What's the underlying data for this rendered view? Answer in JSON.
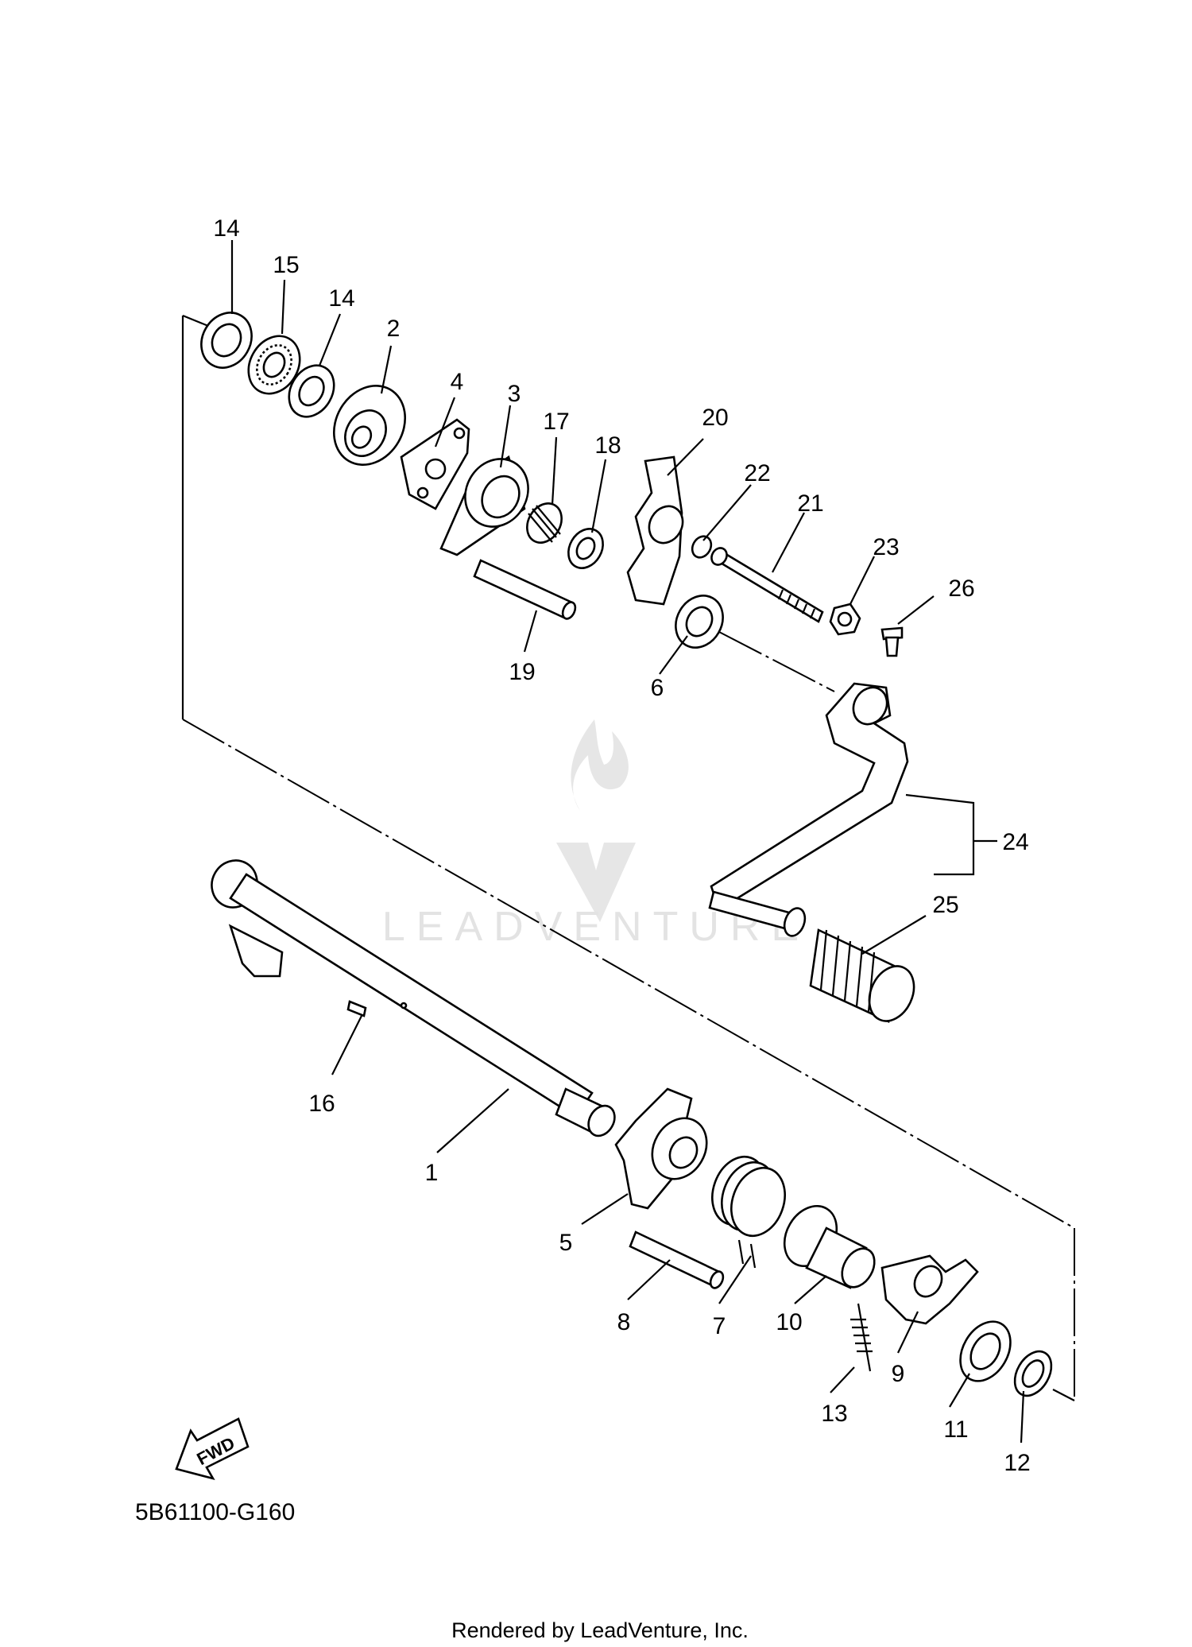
{
  "diagram_code": "5B61100-G160",
  "fwd_label": "FWD",
  "watermark_text": "LEADVENTURE",
  "footer_text": "Rendered by LeadVenture, Inc.",
  "part_labels": [
    "14",
    "15",
    "14",
    "2",
    "4",
    "3",
    "17",
    "18",
    "20",
    "22",
    "21",
    "23",
    "26",
    "19",
    "6",
    "24",
    "25",
    "16",
    "1",
    "5",
    "8",
    "7",
    "10",
    "13",
    "9",
    "11",
    "12"
  ]
}
